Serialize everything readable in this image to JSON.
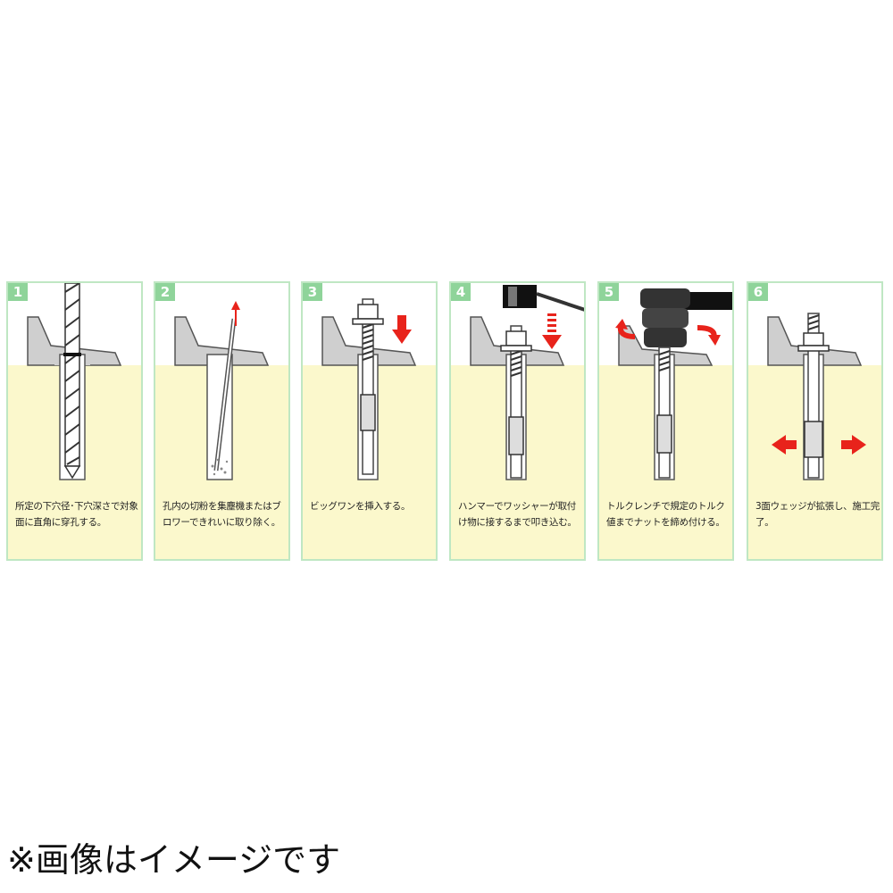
{
  "steps": [
    {
      "number": "1",
      "caption": "所定の下穴径･下穴深さで対象面に直角に穿孔する。"
    },
    {
      "number": "2",
      "caption": "孔内の切粉を集塵機またはブロワーできれいに取り除く。"
    },
    {
      "number": "3",
      "caption": "ビッグワンを挿入する。"
    },
    {
      "number": "4",
      "caption": "ハンマーでワッシャーが取付け物に接するまで叩き込む。"
    },
    {
      "number": "5",
      "caption": "トルクレンチで規定のトルク値までナットを締め付ける。"
    },
    {
      "number": "6",
      "caption": "3面ウェッジが拡張し、施工完了。"
    }
  ],
  "note": "※画像はイメージです",
  "colors": {
    "panel_bg": "#fbf8cc",
    "sky": "#ffffff",
    "border": "#bfe7c3",
    "badge": "#8fd49a",
    "arrow": "#e8231b"
  }
}
